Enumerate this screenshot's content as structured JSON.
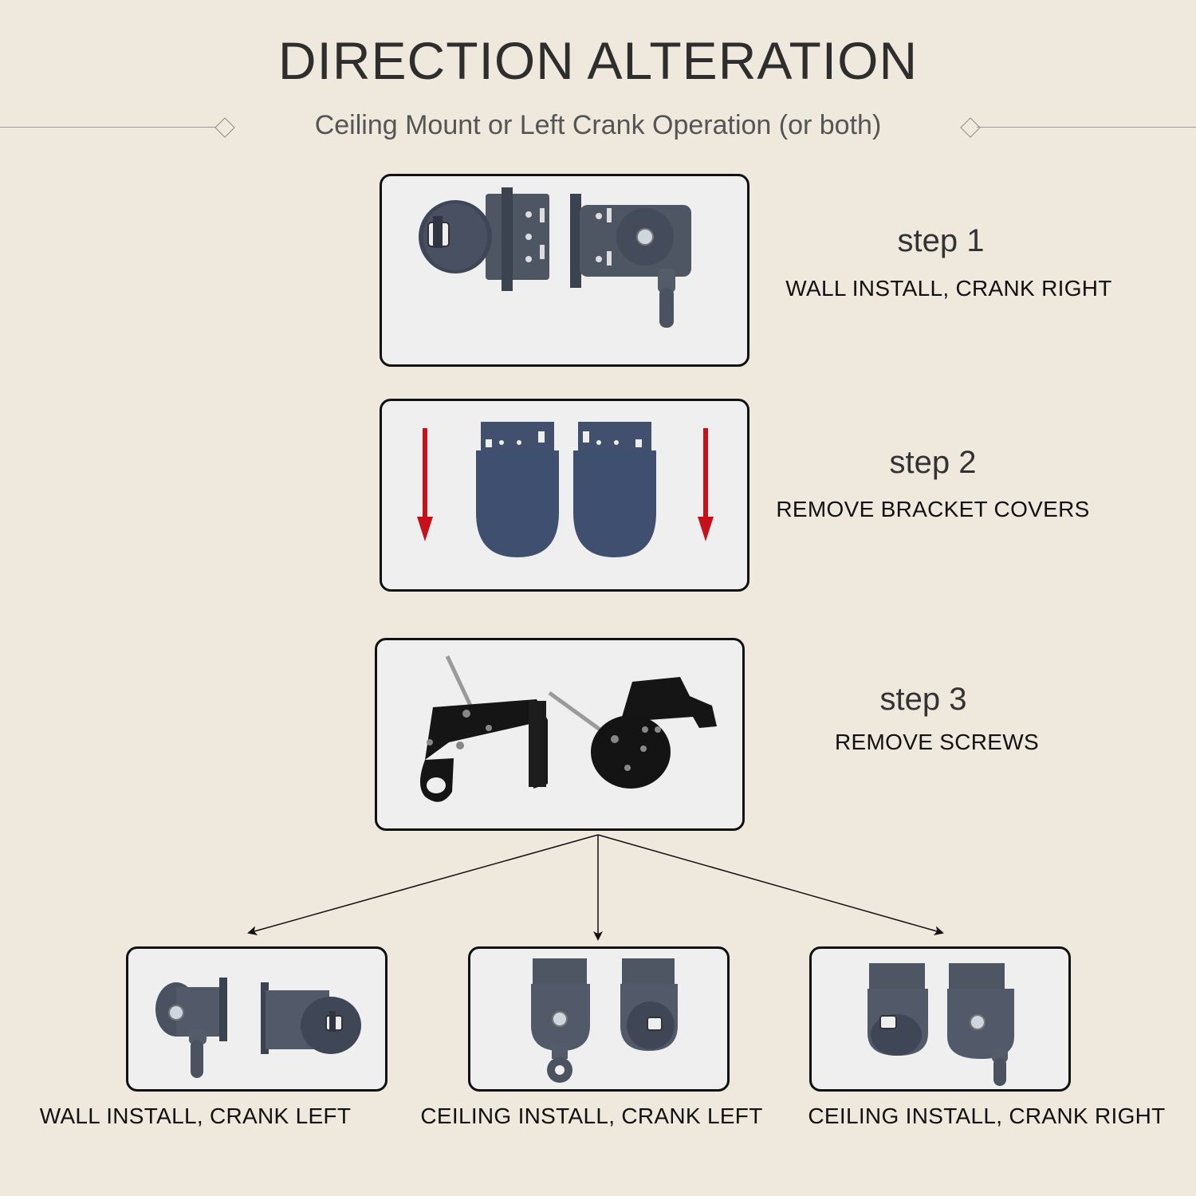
{
  "header": {
    "title": "DIRECTION ALTERATION",
    "subtitle": "Ceiling Mount or Left Crank Operation (or both)"
  },
  "steps": [
    {
      "title": "step 1",
      "description": "WALL INSTALL, CRANK RIGHT"
    },
    {
      "title": "step 2",
      "description": "REMOVE BRACKET COVERS"
    },
    {
      "title": "step 3",
      "description": "REMOVE SCREWS"
    }
  ],
  "options": [
    {
      "label": "WALL INSTALL, CRANK LEFT"
    },
    {
      "label": "CEILING INSTALL, CRANK LEFT"
    },
    {
      "label": "CEILING INSTALL, CRANK RIGHT"
    }
  ],
  "colors": {
    "background": "#efe8dc",
    "bracket_gray": "#4a5260",
    "cover_blue": "#3f4f70",
    "bracket_black": "#151515",
    "arrow_red": "#c8101a"
  }
}
